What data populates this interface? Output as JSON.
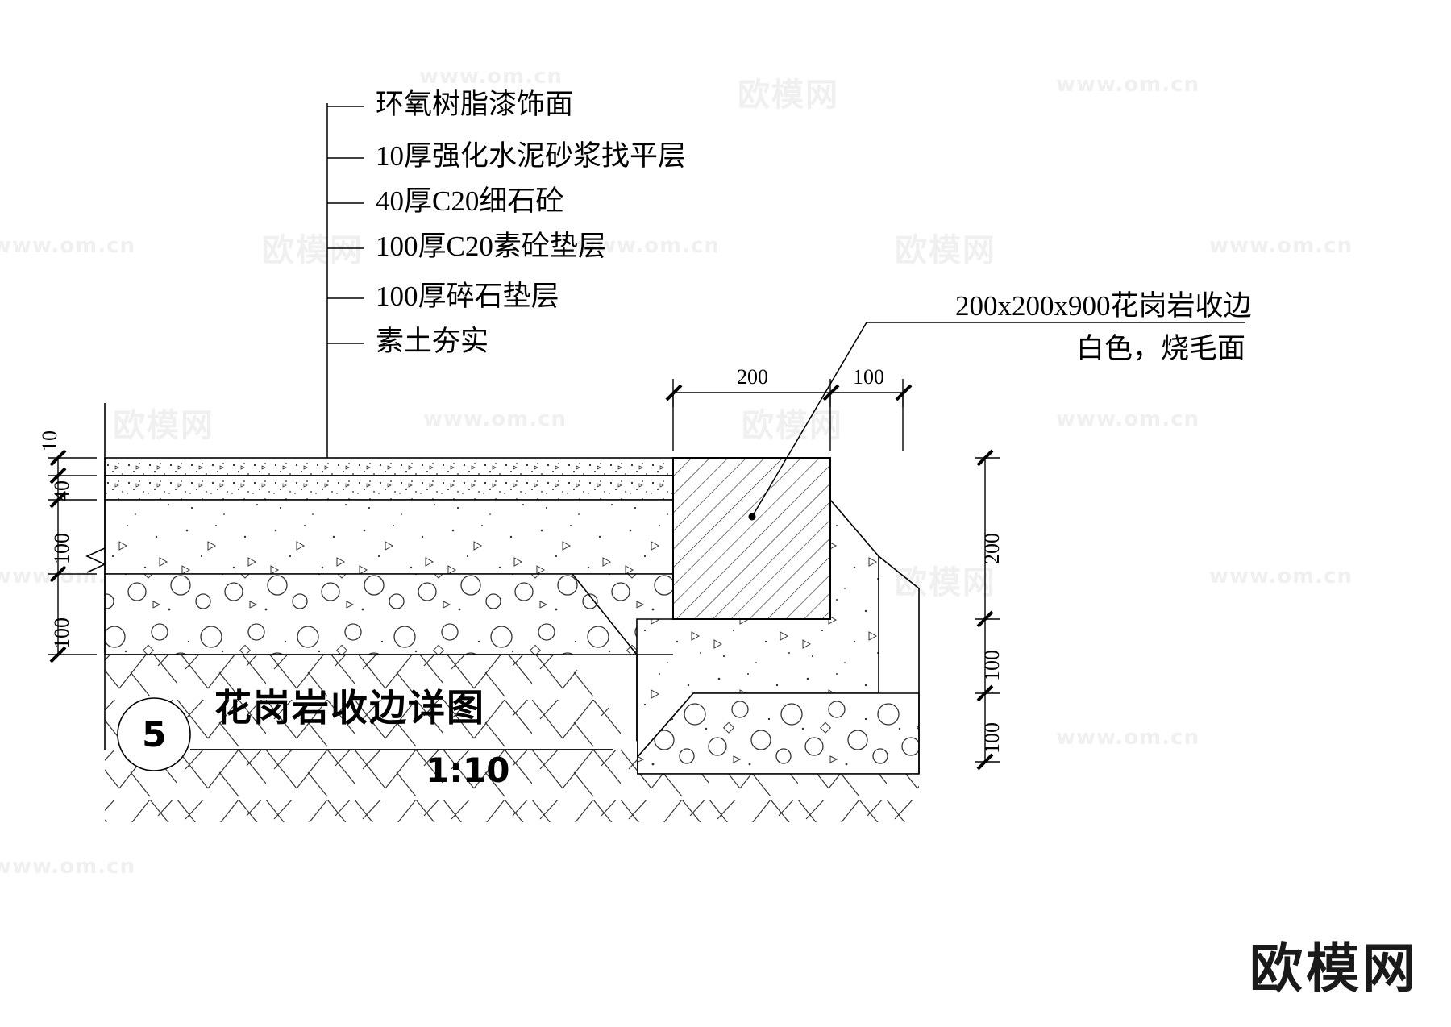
{
  "drawing": {
    "title": "花岗岩收边详图",
    "scale": "1:10",
    "detail_number": "5",
    "watermark_text": "欧模网",
    "watermark_url": "www.om.cn"
  },
  "layer_notes": [
    {
      "id": "note-1",
      "text": "环氧树脂漆饰面"
    },
    {
      "id": "note-2",
      "text": "10厚强化水泥砂浆找平层"
    },
    {
      "id": "note-3",
      "text": "40厚C20细石砼"
    },
    {
      "id": "note-4",
      "text": "100厚C20素砼垫层"
    },
    {
      "id": "note-5",
      "text": "100厚碎石垫层"
    },
    {
      "id": "note-6",
      "text": "素土夯实"
    }
  ],
  "right_callout": {
    "line1": "200x200x900花岗岩收边",
    "line2": "白色，烧毛面"
  },
  "dimensions": {
    "left_stack": [
      "10",
      "40",
      "100",
      "100"
    ],
    "top_row": [
      "200",
      "100"
    ],
    "right_stack": [
      "200",
      "100",
      "100"
    ]
  },
  "colors": {
    "line": "#000000",
    "hatch": "#1a1a1a",
    "watermark": "#f0f0f0"
  }
}
